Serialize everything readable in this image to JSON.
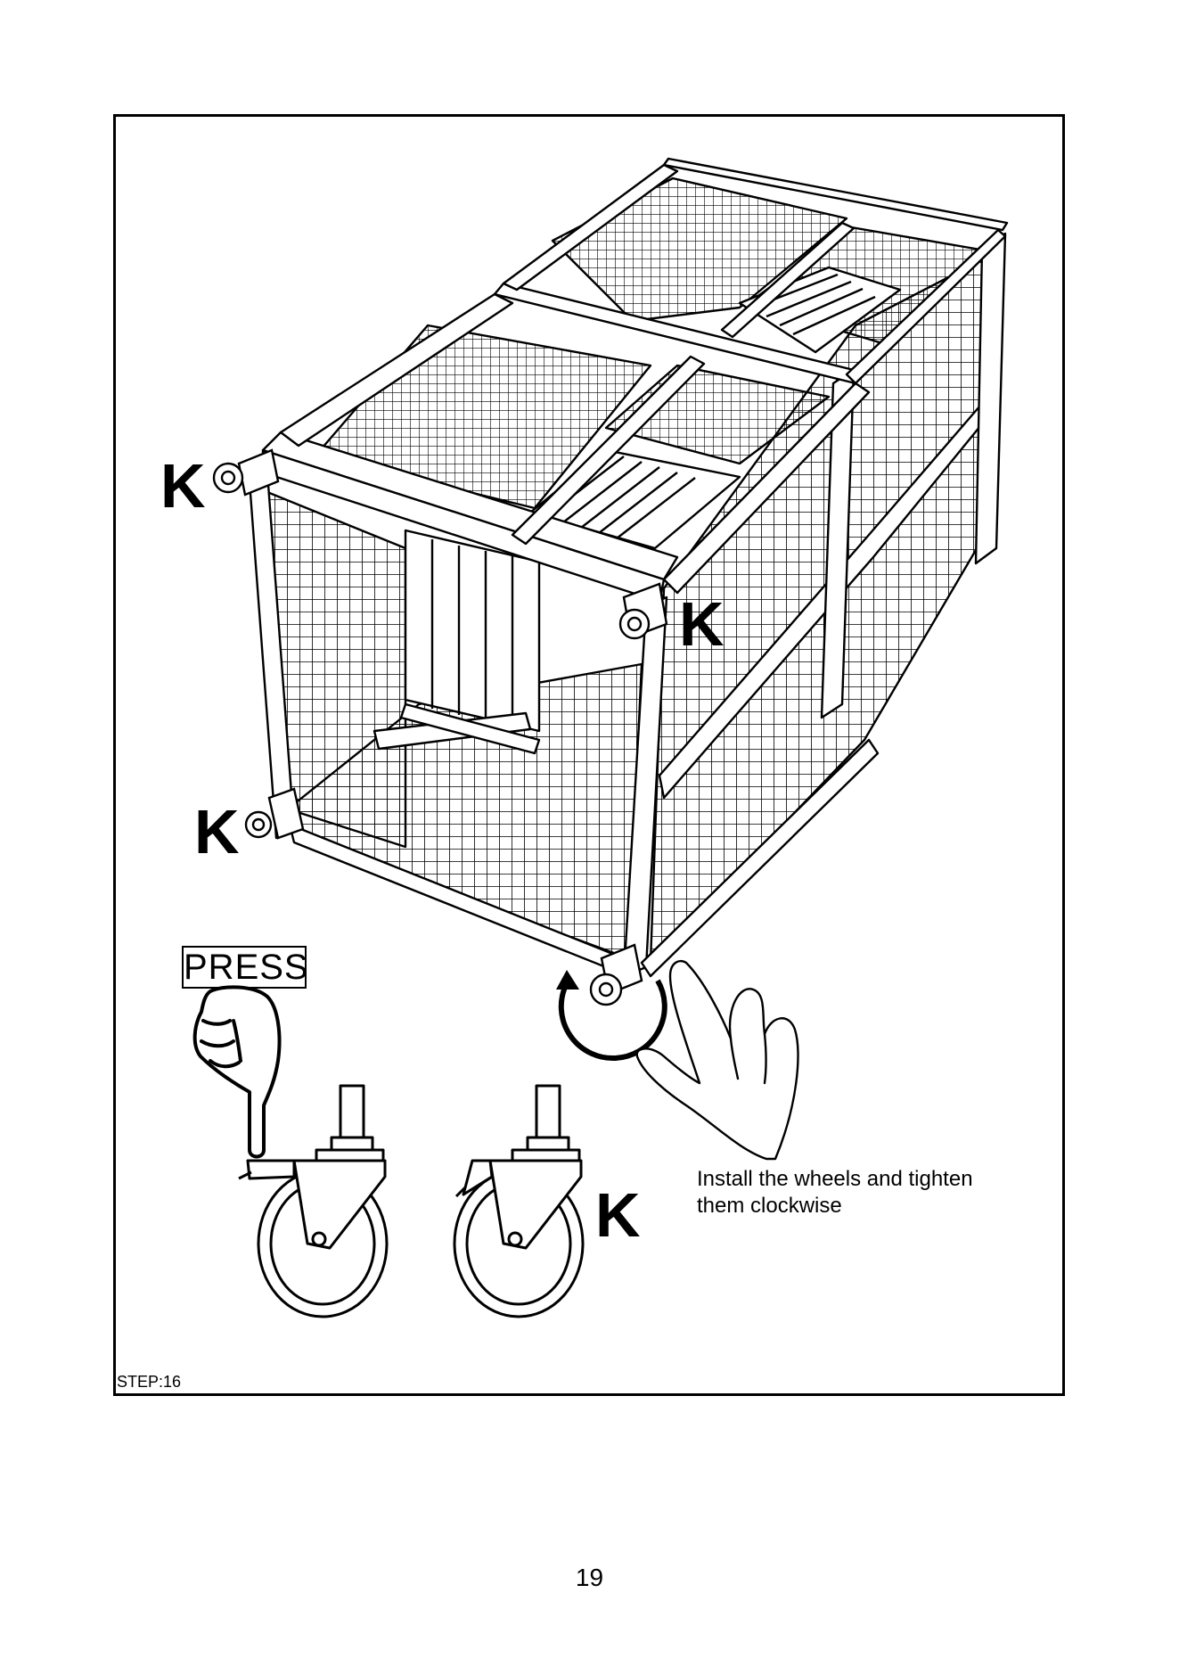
{
  "labels": {
    "part_letter": "K",
    "press": "PRESS",
    "instruction_line1": "Install the wheels and tighten",
    "instruction_line2": "them clockwise",
    "step": "STEP:16",
    "page_number": "19"
  },
  "icons": [
    "caster-wheel-icon",
    "pointing-hand-icon",
    "rotate-clockwise-icon",
    "turning-hand-icon"
  ]
}
